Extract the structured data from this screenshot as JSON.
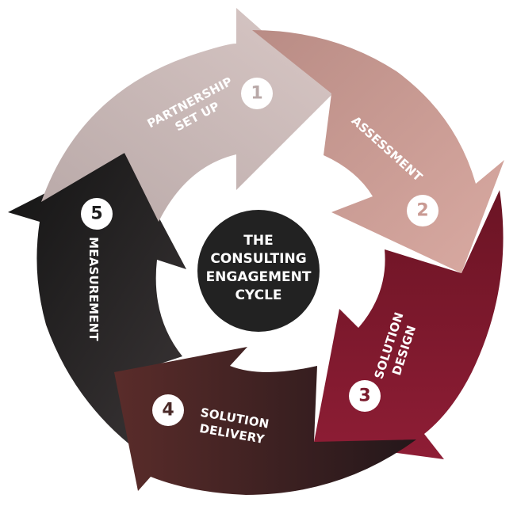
{
  "center": {
    "line1": "THE",
    "line2": "CONSULTING",
    "line3": "ENGAGEMENT",
    "line4": "CYCLE",
    "color": "#222222"
  },
  "stages": [
    {
      "number": "1",
      "line1": "PARTNERSHIP",
      "line2": "SET UP",
      "color_start": "#b9a9a8",
      "color_end": "#d8c7c5"
    },
    {
      "number": "2",
      "line1": "ASSESSMENT",
      "line2": "",
      "color_start": "#b98c85",
      "color_end": "#d9aaa2"
    },
    {
      "number": "3",
      "line1": "SOLUTION",
      "line2": "DESIGN",
      "color_start": "#6b1424",
      "color_end": "#8e1d35"
    },
    {
      "number": "4",
      "line1": "SOLUTION",
      "line2": "DELIVERY",
      "color_start": "#5a2c2a",
      "color_end": "#24171a"
    },
    {
      "number": "5",
      "line1": "MEASUREMENT",
      "line2": "",
      "color_start": "#141414",
      "color_end": "#3a3536"
    }
  ]
}
